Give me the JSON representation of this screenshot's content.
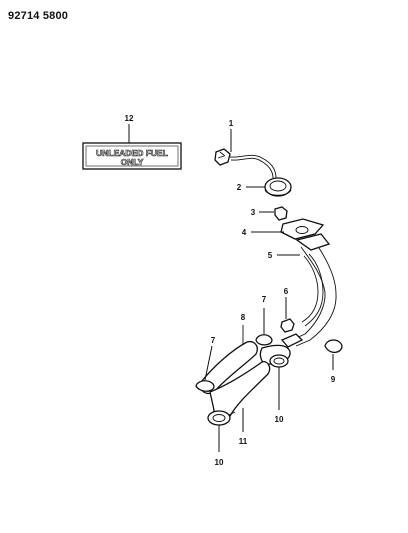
{
  "header": {
    "document_number": "92714 5800"
  },
  "label_plate": {
    "line1": "UNLEADED FUEL",
    "line2": "ONLY"
  },
  "callouts": [
    "1",
    "2",
    "3",
    "4",
    "5",
    "6",
    "7",
    "7",
    "8",
    "9",
    "10",
    "10",
    "11",
    "12"
  ]
}
